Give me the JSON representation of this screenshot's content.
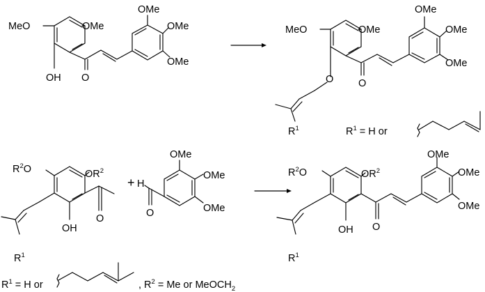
{
  "colors": {
    "ink": "#000000",
    "background": "#ffffff"
  },
  "scheme": {
    "row1": {
      "reactant_labels": {
        "ome_left": "MeO",
        "ome_right_ring_a": "OMe",
        "oh": "OH",
        "carbonyl_o": "O",
        "ome_top": "OMe",
        "ome_mid": "OMe",
        "ome_bottom": "OMe"
      },
      "product_labels": {
        "ome_left": "MeO",
        "ome_right_ring_a": "OMe",
        "ether_o": "O",
        "carbonyl_o": "O",
        "ome_top": "OMe",
        "ome_mid": "OMe",
        "ome_bottom": "OMe",
        "r1": "R",
        "r1_sup": "1"
      },
      "r_definition": {
        "prefix": "R",
        "sup": "1",
        "text": " = H or"
      }
    },
    "row2": {
      "reactant_labels": {
        "or2_left": "R",
        "or2_left_sup": "2",
        "or2_left_o": "O",
        "or2_right_o": "OR",
        "or2_right_sup": "2",
        "oh": "OH",
        "carbonyl_o": "O",
        "r1": "R",
        "r1_sup": "1"
      },
      "plus": "+",
      "aldehyde_labels": {
        "h": "H",
        "carbonyl_o": "O",
        "ome_top": "OMe",
        "ome_mid": "OMe",
        "ome_bottom": "OMe"
      },
      "product_labels": {
        "or2_left": "R",
        "or2_left_sup": "2",
        "or2_left_o": "O",
        "or2_right_o": "OR",
        "or2_right_sup": "2",
        "oh": "OH",
        "carbonyl_o": "O",
        "ome_top": "OMe",
        "ome_mid": "OMe",
        "ome_bottom": "OMe",
        "r1": "R",
        "r1_sup": "1"
      },
      "footnote": {
        "r1": "R",
        "r1_sup": "1",
        "r1_text": " = H or",
        "r2_sep": ",  R",
        "r2_sup": "2",
        "r2_text": " = Me or MeOCH",
        "r2_sub": "2"
      }
    }
  }
}
